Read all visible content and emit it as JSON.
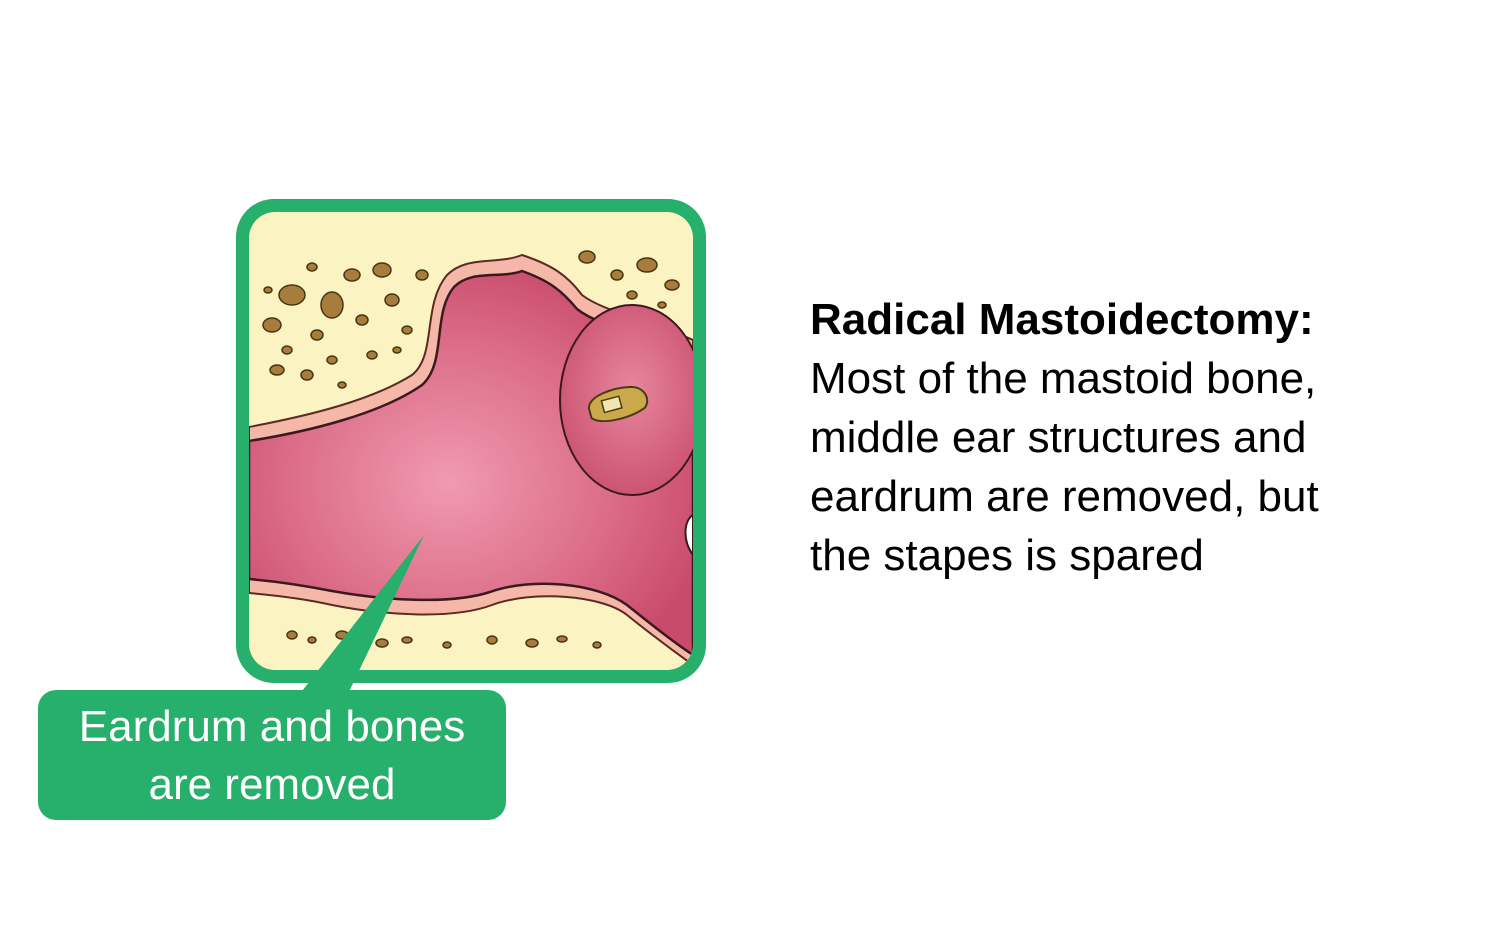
{
  "callout": {
    "line1": "Eardrum and bones",
    "line2": "are removed"
  },
  "description": {
    "heading": "Radical Mastoidectomy:",
    "lines": [
      "Most of the mastoid bone,",
      "middle ear structures and",
      "eardrum are removed, but",
      "the stapes is spared"
    ]
  },
  "colors": {
    "frame_green": "#26b06b",
    "bone_cream": "#fbf4c2",
    "tissue_pink": "#d9637f",
    "bone_fleck": "#a07a3a"
  }
}
